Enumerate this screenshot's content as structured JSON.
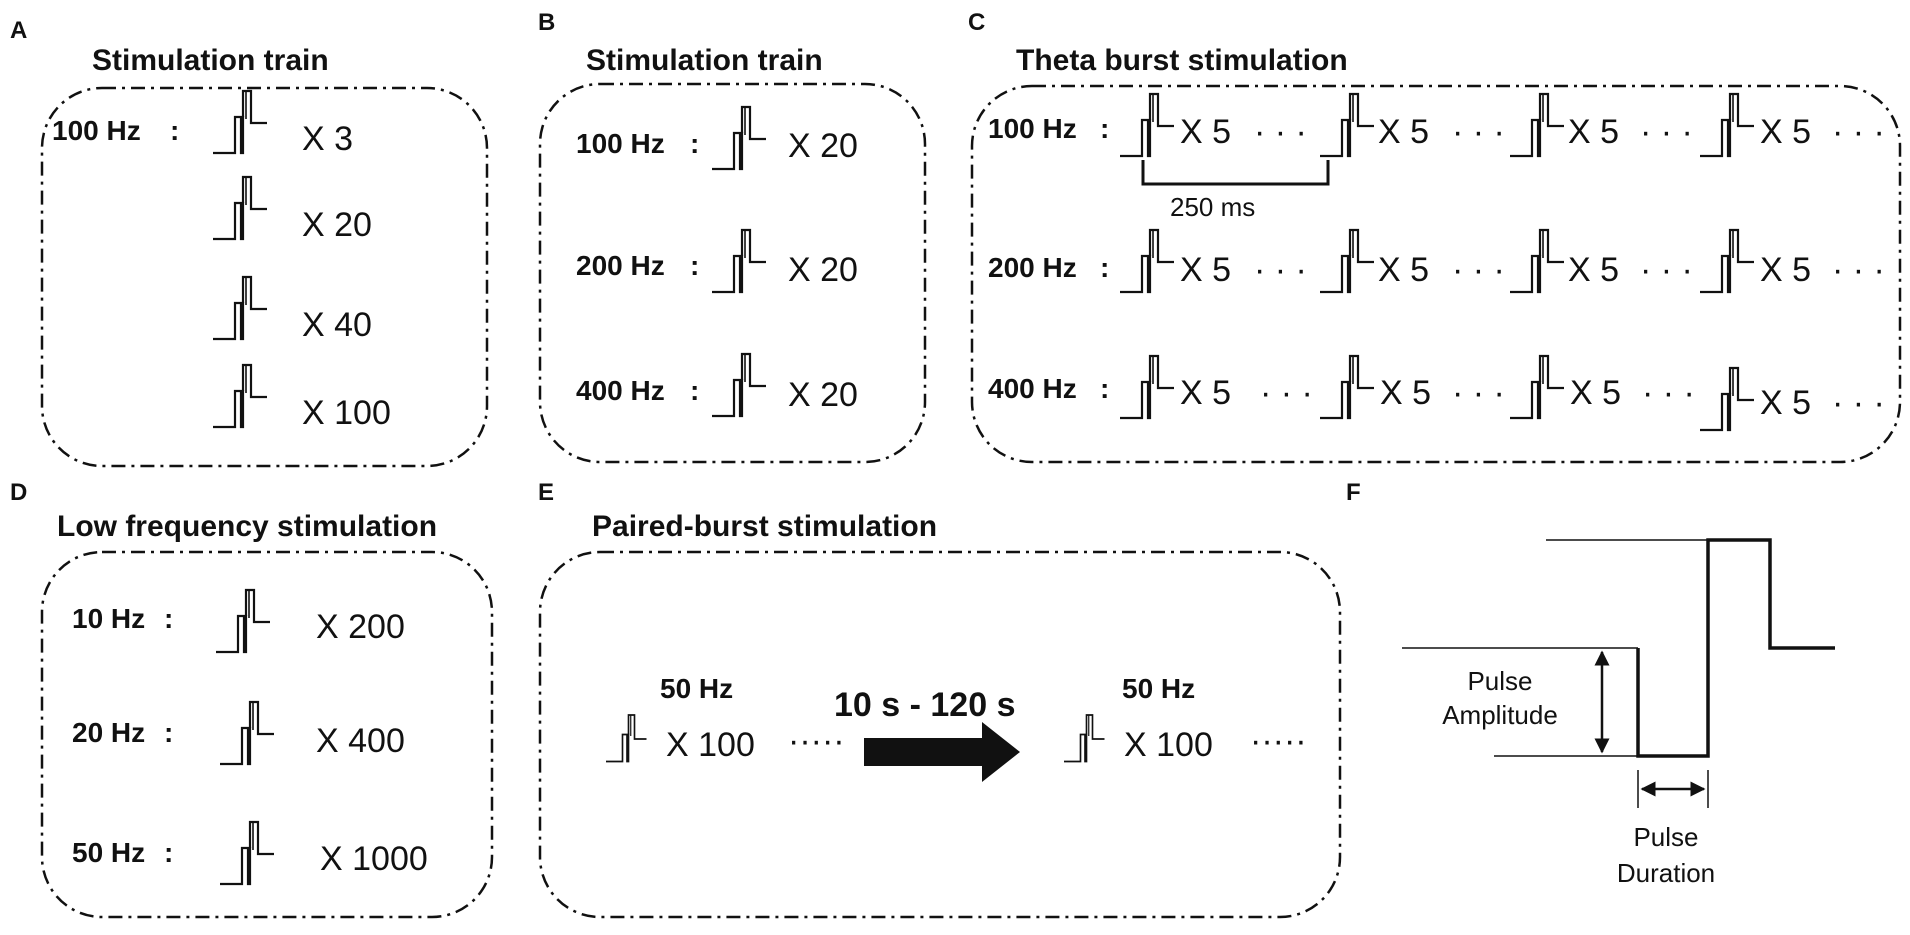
{
  "panels": {
    "A": {
      "letter": "A",
      "title": "Stimulation train",
      "freq": "100 Hz",
      "colon": ":",
      "counts": [
        "X 3",
        "X 20",
        "X 40",
        "X 100"
      ]
    },
    "B": {
      "letter": "B",
      "title": "Stimulation train",
      "colon": ":",
      "rows": [
        {
          "freq": "100 Hz",
          "count": "X 20"
        },
        {
          "freq": "200 Hz",
          "count": "X 20"
        },
        {
          "freq": "400 Hz",
          "count": "X 20"
        }
      ]
    },
    "C": {
      "letter": "C",
      "title": "Theta burst stimulation",
      "colon": ":",
      "burst_count": "X 5",
      "interval_label": "250 ms",
      "rows": [
        {
          "freq": "100 Hz"
        },
        {
          "freq": "200 Hz"
        },
        {
          "freq": "400 Hz"
        }
      ],
      "dots": "· · ·"
    },
    "D": {
      "letter": "D",
      "title": "Low frequency stimulation",
      "colon": ":",
      "rows": [
        {
          "freq": "10 Hz",
          "count": "X 200"
        },
        {
          "freq": "20 Hz",
          "count": "X 400"
        },
        {
          "freq": "50 Hz",
          "count": "X 1000"
        }
      ]
    },
    "E": {
      "letter": "E",
      "title": "Paired-burst stimulation",
      "left_freq": "50 Hz",
      "right_freq": "50 Hz",
      "left_count": "X 100",
      "right_count": "X 100",
      "interval": "10 s - 120 s",
      "dots": "·····"
    },
    "F": {
      "letter": "F",
      "amplitude_label_1": "Pulse",
      "amplitude_label_2": "Amplitude",
      "duration_label_1": "Pulse",
      "duration_label_2": "Duration"
    }
  }
}
